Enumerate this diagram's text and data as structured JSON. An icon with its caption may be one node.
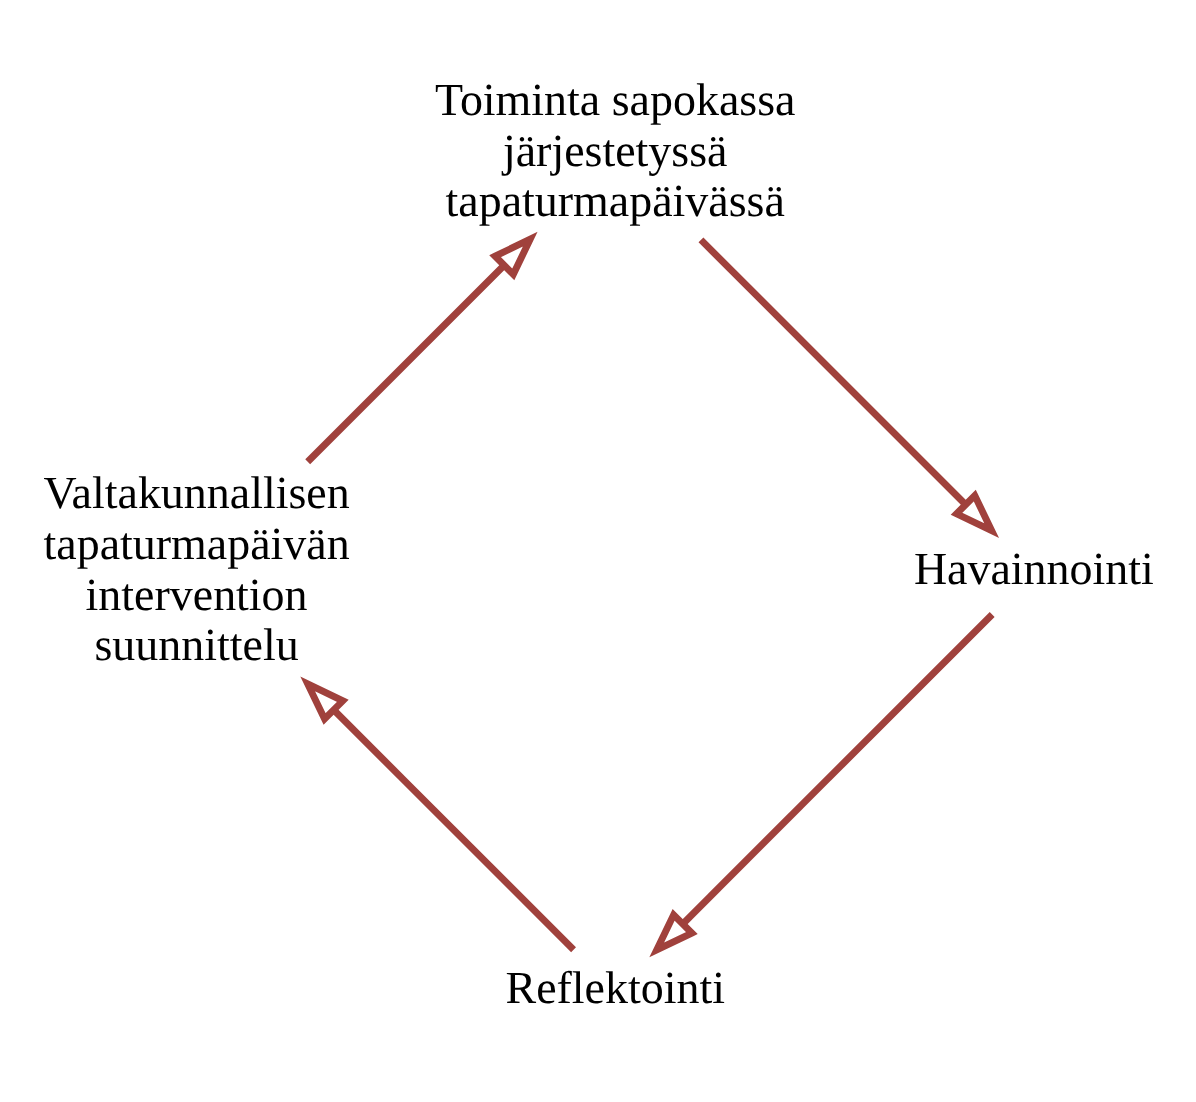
{
  "diagram": {
    "nodes": [
      {
        "text": [
          "Reflektointi"
        ]
      },
      {
        "text": [
          "Valtakunnallisen tapaturmapäivän intervention suunnittelu"
        ]
      },
      {
        "text": [
          "Toiminta sapokassa järjestetyssä tapaturmapäivässä"
        ]
      },
      {
        "text": [
          "Havainnointi"
        ]
      }
    ],
    "edges": [
      {
        "from": 0,
        "to": 1,
        "arrow": "to"
      },
      {
        "from": 1,
        "to": 2,
        "arrow": "to"
      },
      {
        "from": 2,
        "to": 3,
        "arrow": "to"
      },
      {
        "from": 3,
        "to": 0,
        "arrow": "to"
      }
    ]
  }
}
